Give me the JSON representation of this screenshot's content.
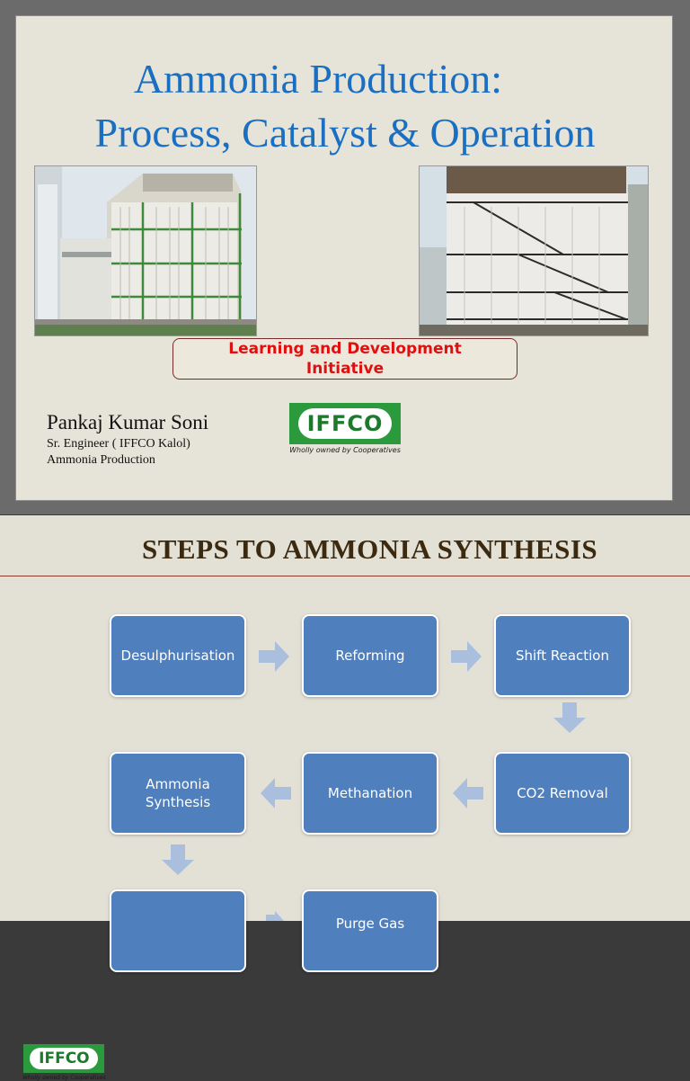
{
  "slide1": {
    "title_line1": "Ammonia Production:",
    "title_line2": "Process, Catalyst & Operation",
    "initiative": "Learning and Development Initiative",
    "author_name": "Pankaj Kumar Soni",
    "author_role": "Sr. Engineer ( IFFCO Kalol)",
    "author_dept": "Ammonia Production"
  },
  "logo": {
    "text": "IFFCO",
    "tagline": "Wholly owned by Cooperatives"
  },
  "slide2": {
    "title": "STEPS TO AMMONIA SYNTHESIS",
    "steps": [
      "Desulphurisation",
      "Reforming",
      "Shift Reaction",
      "CO2 Removal",
      "Methanation",
      "Ammonia Synthesis",
      "",
      "Purge Gas"
    ]
  },
  "colors": {
    "title_blue": "#1a6fc2",
    "step_blue": "#4f7fbc",
    "arrow_blue": "#a9bfdd",
    "iffco_green": "#2a9a3c",
    "initiative_red": "#e01010"
  }
}
